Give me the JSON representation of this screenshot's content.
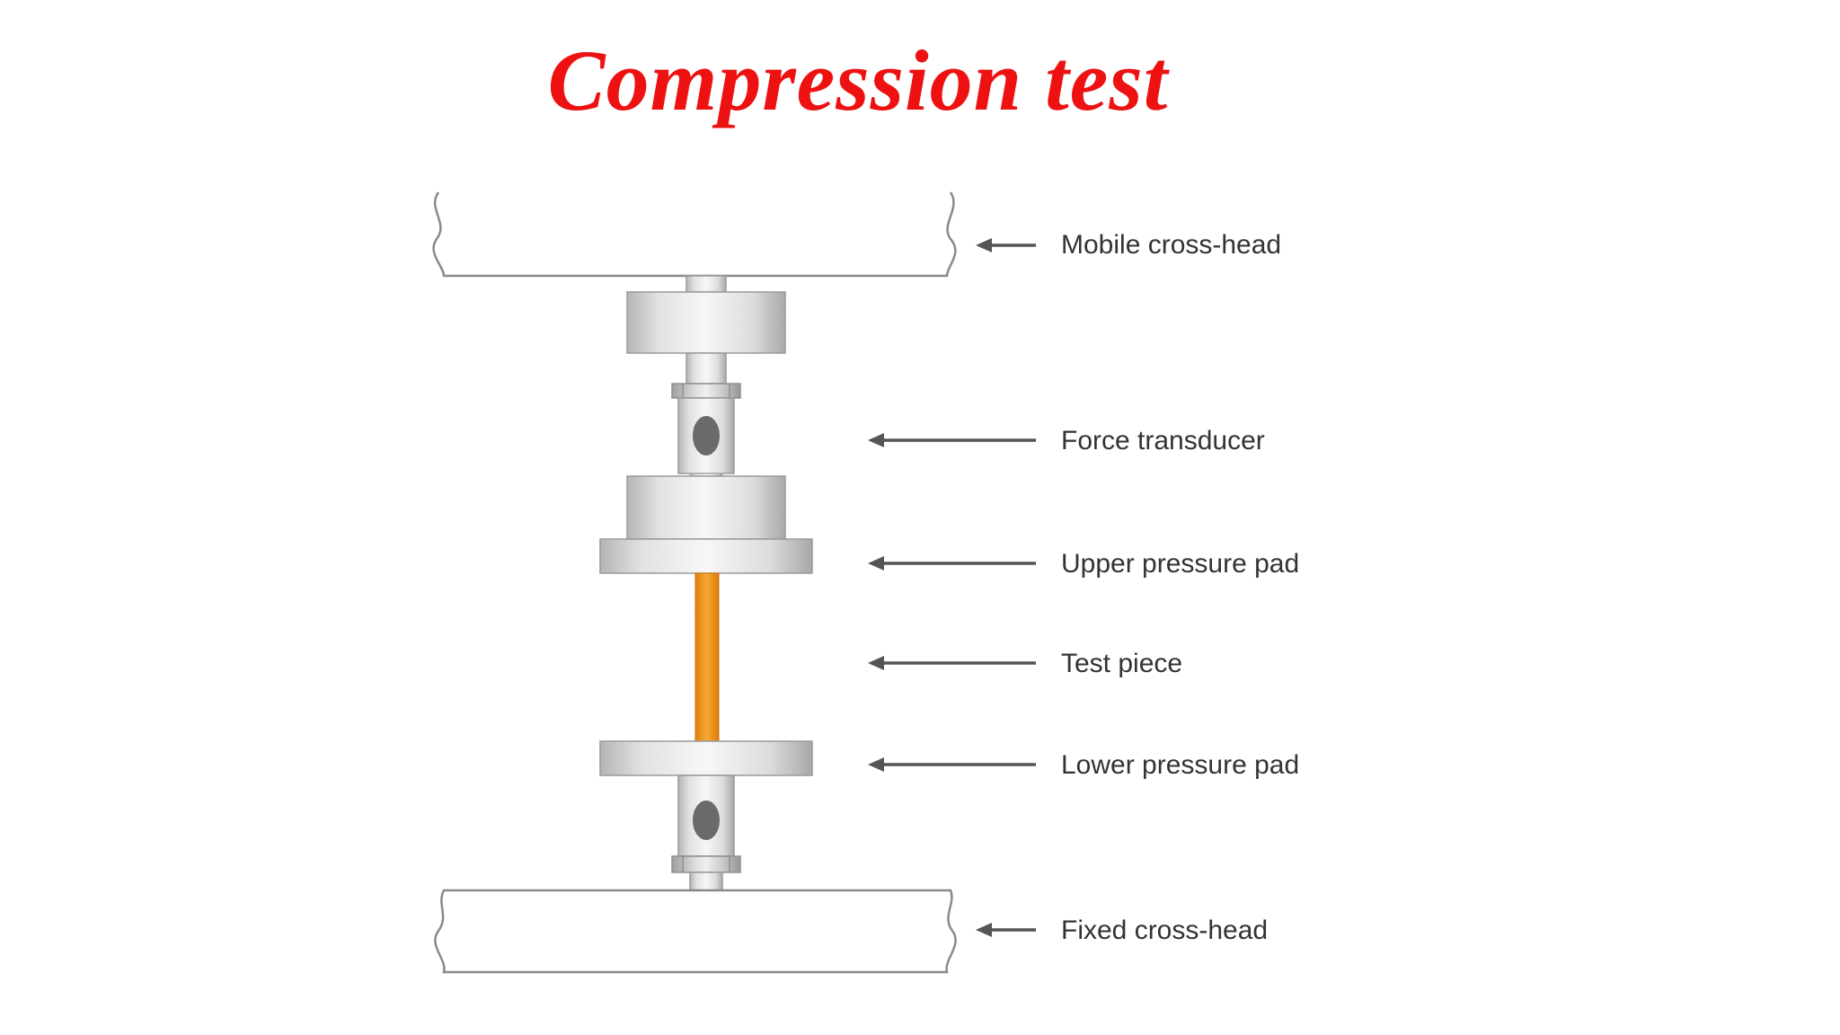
{
  "title": "Compression test",
  "colors": {
    "title": "#ee1111",
    "test_piece": "#f39a1e",
    "metal_light": "#f4f4f4",
    "metal_mid": "#d6d6d6",
    "metal_dark": "#a9a9a9",
    "outline": "#8a8a8a",
    "label_text": "#333333",
    "arrow": "#555555"
  },
  "labels": {
    "mobile_crosshead": "Mobile cross-head",
    "force_transducer": "Force transducer",
    "upper_pressure_pad": "Upper pressure pad",
    "test_piece": "Test piece",
    "lower_pressure_pad": "Lower pressure pad",
    "fixed_crosshead": "Fixed cross-head"
  }
}
